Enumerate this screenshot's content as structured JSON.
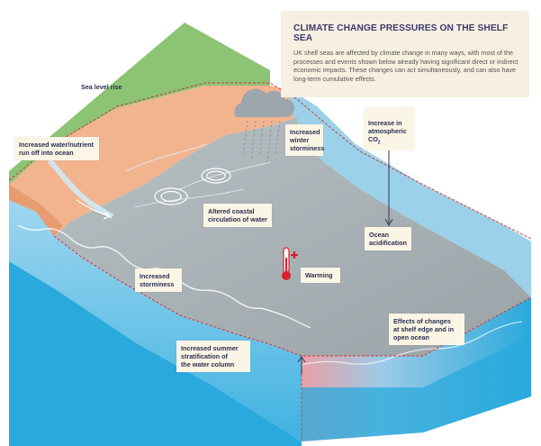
{
  "info": {
    "title": "CLIMATE CHANGE PRESSURES ON THE SHELF SEA",
    "body": "UK shelf seas are affected by climate change in many ways, with most of the processes and events shown below already having significant direct or indirect economic impacts. These changes can act simultaneously, and can also have long-term cumulative effects."
  },
  "labels": {
    "sea_level_rise": "Sea level rise",
    "runoff": "Increased water/nutrient\nrun off into ocean",
    "winter_storminess": "Increased\nwinter\nstorminess",
    "co2_prefix": "Increase in\natmospheric\nCO",
    "co2_sub": "2",
    "circulation": "Altered coastal\ncirculation of water",
    "acidification": "Ocean\nacidification",
    "storminess": "Increased\nstorminess",
    "warming": "Warming",
    "stratification": "Increased summer\nstratification of\nthe water column",
    "shelf_edge": "Effects of changes\nat shelf edge and in\nopen ocean"
  },
  "colors": {
    "land_green": "#8cc474",
    "land_orange": "#f2b48e",
    "sea_surface": "#a7b0b3",
    "ocean_blue": "#6cc7e8",
    "ocean_deep": "#2aa9dc",
    "dashed_red": "#d8353a",
    "thermometer_red": "#d6202a",
    "label_bg": "#fbf5e6",
    "info_bg": "#f7efe0",
    "title_color": "#3b3b6e"
  },
  "icons": [
    "cloud-rain-icon",
    "thermometer-icon",
    "plus-icon",
    "swirl-icon",
    "arrow-down-icon",
    "arrow-up-icon"
  ]
}
